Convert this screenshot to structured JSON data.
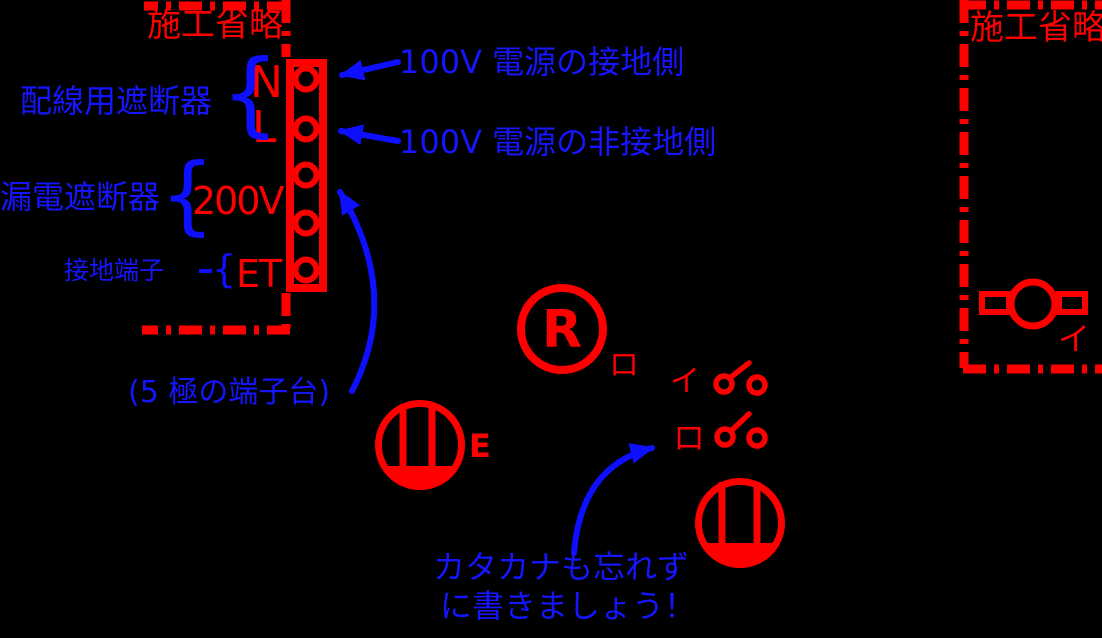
{
  "colors": {
    "red": "#ff0000",
    "blue": "#0f0fff",
    "background": "#000000"
  },
  "glyphs": {
    "brace": "{"
  },
  "left_panel": {
    "omission_label": "施工省略",
    "breaker_label": "配線用遮断器",
    "terminal_n": "N",
    "terminal_l": "L",
    "elcb_label": "漏電遮断器",
    "elcb_voltage": "200V",
    "earth_label": "接地端子",
    "earth_terminal": "ET",
    "terminal_block_note": "(5 極の端子台)"
  },
  "annotations": {
    "grounded_side": "100V 電源の接地側",
    "ungrounded_side": "100V 電源の非接地側",
    "katakana_line1": "カタカナも忘れず",
    "katakana_line2": "に書きましょう！"
  },
  "devices": {
    "lamp_receptacle_letter": "R",
    "lamp_receptacle_circuit": "ロ",
    "earth_outlet_letter": "E",
    "switch_i_circuit": "イ",
    "switch_ro_circuit": "ロ",
    "fluorescent_circuit": "イ"
  },
  "right_panel": {
    "omission_label": "施工省略"
  }
}
